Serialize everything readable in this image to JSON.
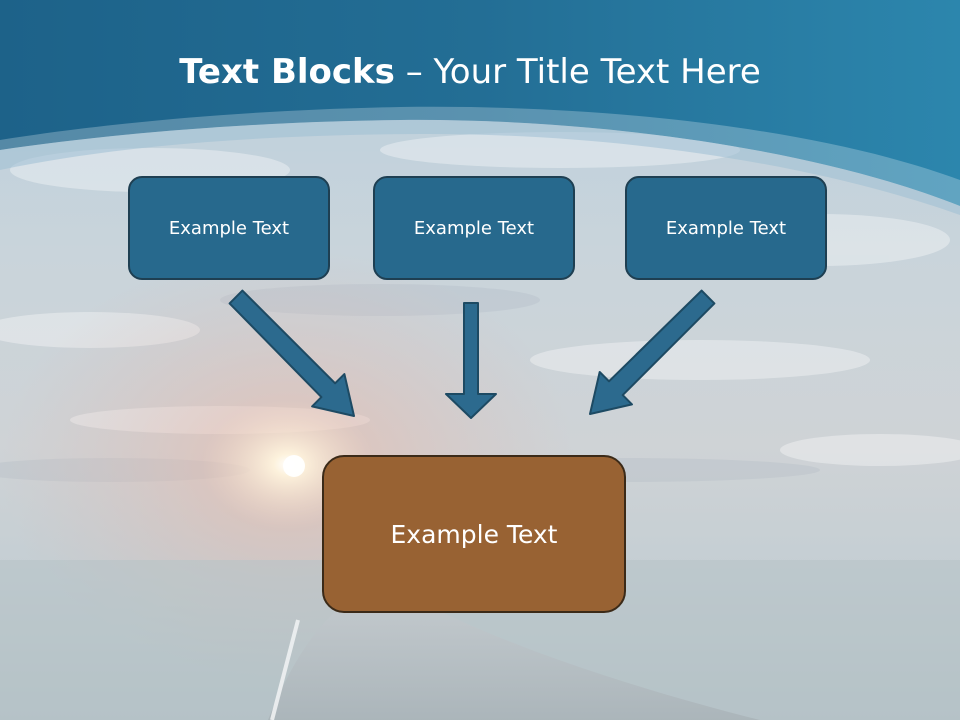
{
  "slide": {
    "title_bold": "Text Blocks",
    "title_dash": " – ",
    "title_rest": "Your Title Text Here"
  },
  "diagram": {
    "top_blocks": [
      {
        "label": "Example Text"
      },
      {
        "label": "Example Text"
      },
      {
        "label": "Example Text"
      }
    ],
    "bottom_block": {
      "label": "Example Text"
    }
  },
  "colors": {
    "header_blue": "#23739a",
    "block_blue": "#27698d",
    "block_brown": "#986233",
    "arrow_fill": "#2c6a8e",
    "arrow_stroke": "#1d4a63",
    "title_text": "#ffffff"
  }
}
